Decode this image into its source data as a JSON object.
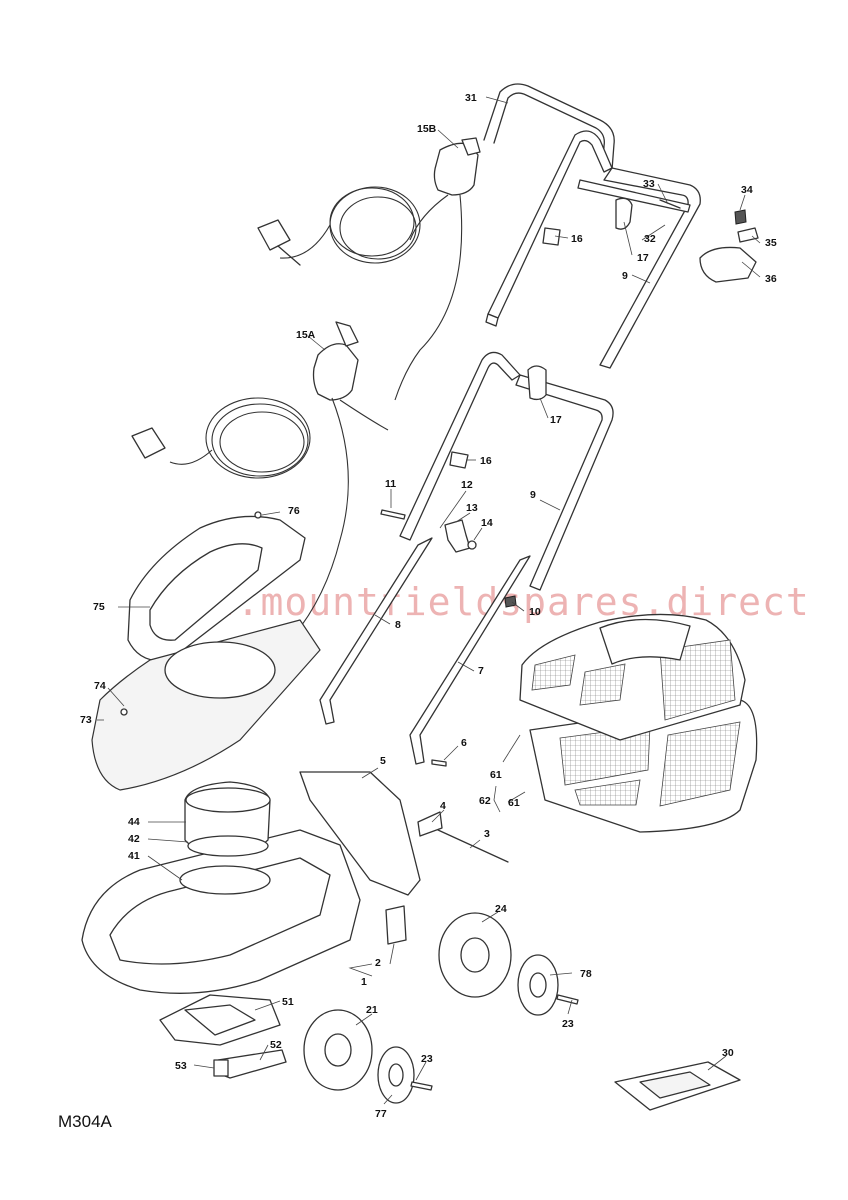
{
  "diagram": {
    "model_code": "M304A",
    "watermark": "www.mountfieldspares.direct",
    "callouts": {
      "c31": "31",
      "c15B": "15B",
      "c33": "33",
      "c34": "34",
      "c16a": "16",
      "c32": "32",
      "c35": "35",
      "c17a": "17",
      "c36": "36",
      "c9a": "9",
      "c15A": "15A",
      "c17b": "17",
      "c16b": "16",
      "c11": "11",
      "c12": "12",
      "c9b": "9",
      "c13": "13",
      "c14": "14",
      "c76": "76",
      "c75": "75",
      "c10": "10",
      "c8": "8",
      "c74": "74",
      "c73": "73",
      "c7": "7",
      "c6": "6",
      "c5": "5",
      "c61a": "61",
      "c62": "62",
      "c61b": "61",
      "c4": "4",
      "c44": "44",
      "c42": "42",
      "c3": "3",
      "c41": "41",
      "c24": "24",
      "c2": "2",
      "c1": "1",
      "c78": "78",
      "c51": "51",
      "c21": "21",
      "c23a": "23",
      "c52": "52",
      "c23b": "23",
      "c53": "53",
      "c30": "30",
      "c77": "77"
    }
  }
}
